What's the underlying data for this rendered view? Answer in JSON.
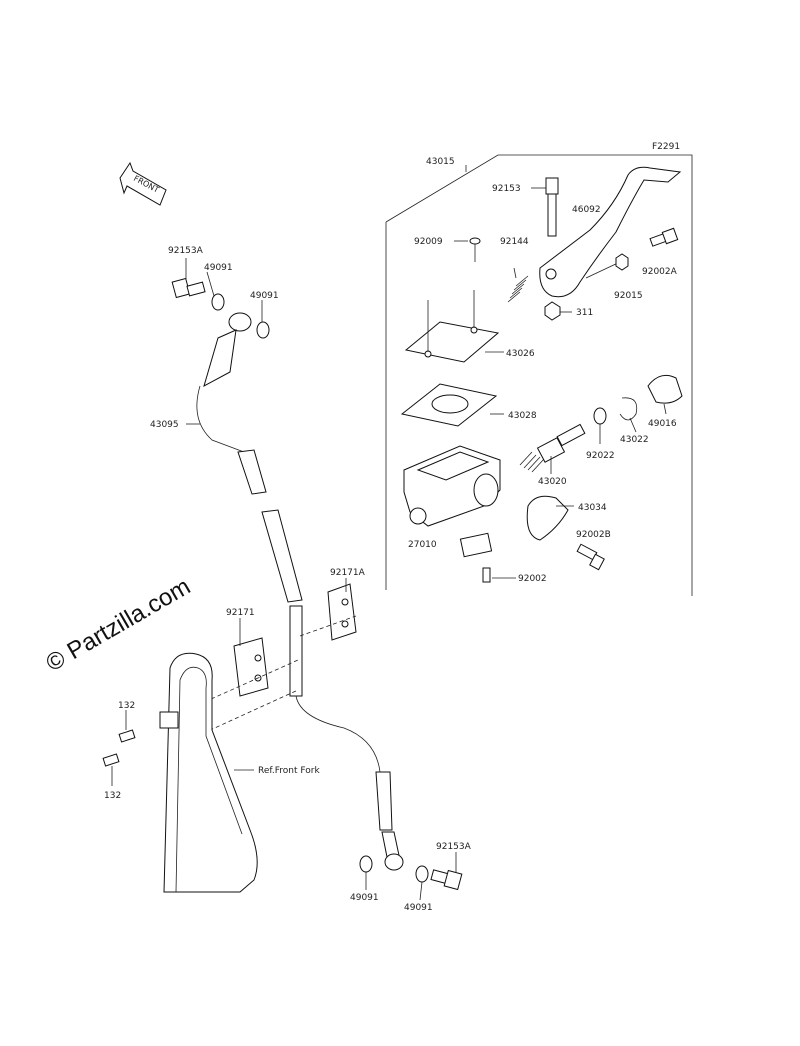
{
  "figure_code": "F2291",
  "front_label": "FRONT",
  "watermark": "© Partzilla.com",
  "reference_label": "Ref.Front Fork",
  "parts": {
    "p43015": "43015",
    "p92153": "92153",
    "p46092": "46092",
    "p92009": "92009",
    "p92144": "92144",
    "p92002a": "92002A",
    "p92015": "92015",
    "p311": "311",
    "p43026": "43026",
    "p43028": "43028",
    "p49016": "49016",
    "p43022": "43022",
    "p92022": "92022",
    "p43020": "43020",
    "p43034": "43034",
    "p92002b": "92002B",
    "p27010": "27010",
    "p92002": "92002",
    "p92153a_top": "92153A",
    "p49091_a": "49091",
    "p49091_b": "49091",
    "p43095": "43095",
    "p92171a": "92171A",
    "p92171": "92171",
    "p132_a": "132",
    "p132_b": "132",
    "p49091_c": "49091",
    "p49091_d": "49091",
    "p92153a_bottom": "92153A"
  }
}
